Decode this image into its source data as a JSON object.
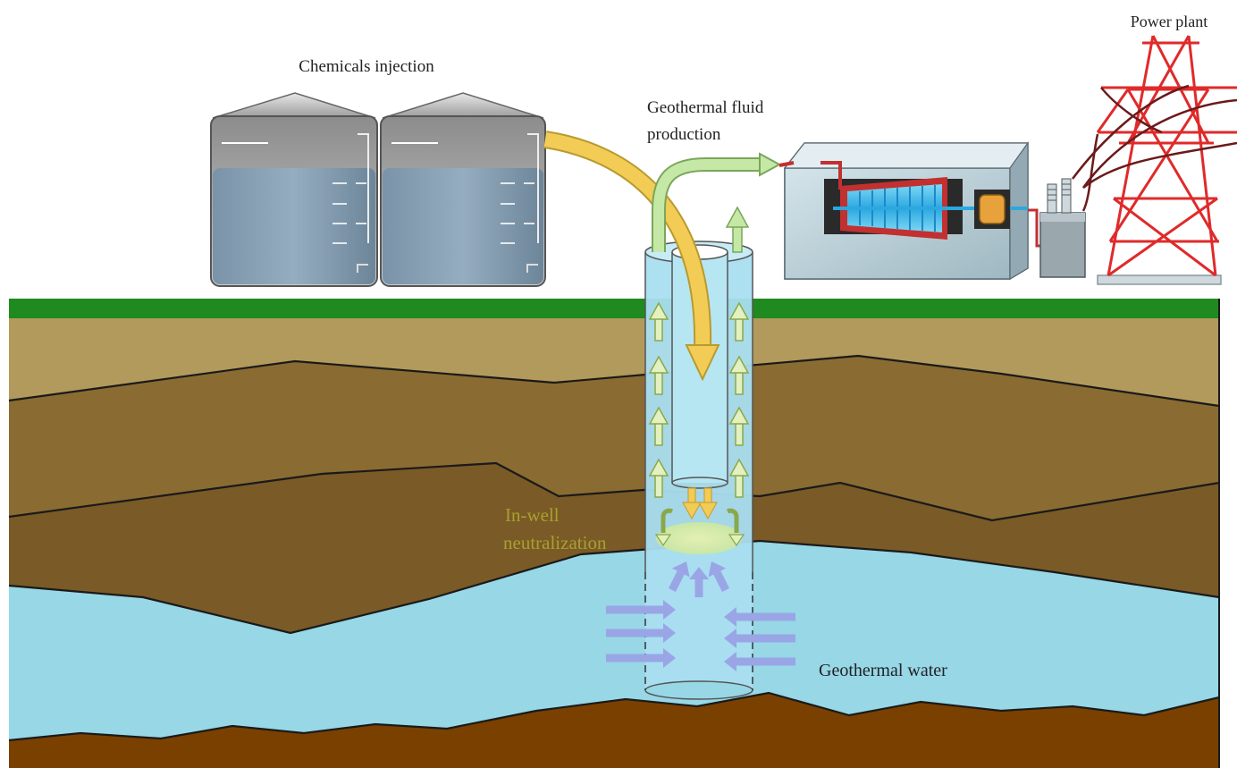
{
  "labels": {
    "chemicals_injection": "Chemicals injection",
    "geothermal_fluid_line1": "Geothermal fluid",
    "geothermal_fluid_line2": "production",
    "power_plant": "Power plant",
    "in_well_line1": "In-well",
    "in_well_line2": "neutralization",
    "geothermal_water": "Geothermal water"
  },
  "colors": {
    "grass": "#1f8a1f",
    "topsoil": "#b29a5c",
    "sediment": "#8a6b32",
    "deep_layer": "#7a5a26",
    "aquifer": "#97d7e6",
    "bedrock": "#7a4000",
    "well_water": "#a9def0",
    "injection_arrow": "#f3cc55",
    "production_arrow": "#c6e8a6",
    "inflow_arrow": "#9aa5e6",
    "tower": "#e02a2a"
  },
  "icons": [
    "storage-tank-icon",
    "turbine-icon",
    "generator-icon",
    "transformer-icon",
    "transmission-tower-icon"
  ]
}
